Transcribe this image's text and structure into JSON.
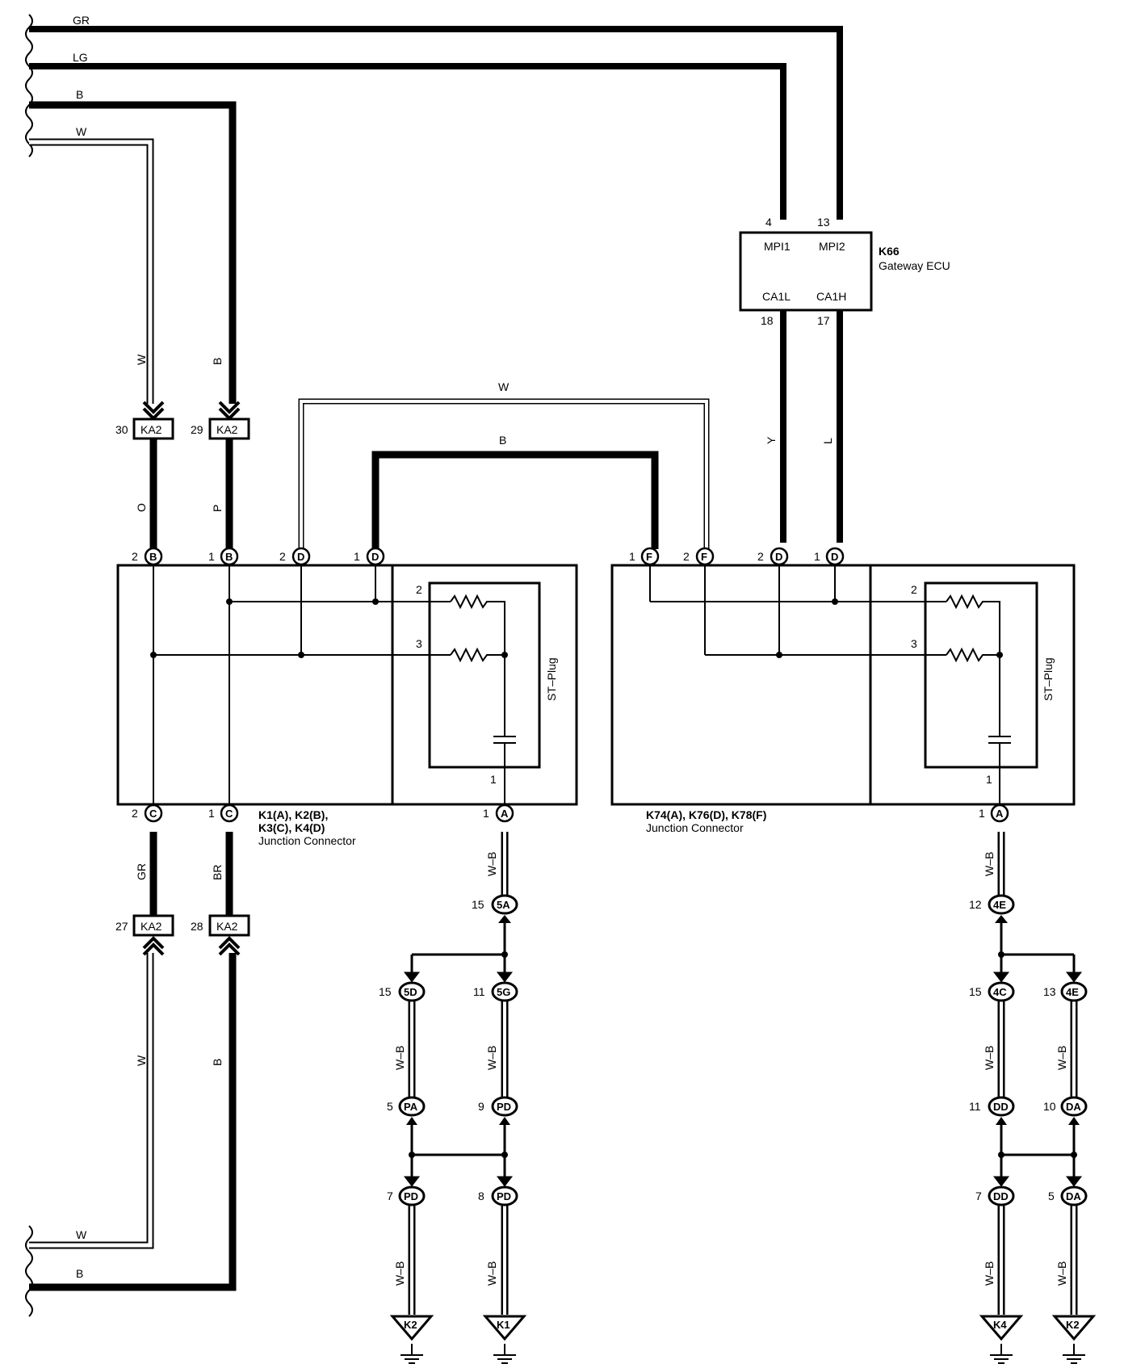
{
  "colors": {
    "ink": "#000000",
    "paper": "#ffffff"
  },
  "left_wires": {
    "gr": "GR",
    "lg": "LG",
    "b": "B",
    "w": "W",
    "w_bottom": "W",
    "b_bottom": "B"
  },
  "gateway": {
    "id": "K66",
    "name": "Gateway ECU",
    "pin_mpi1": "MPI1",
    "pin_mpi2": "MPI2",
    "pin_ca1l": "CA1L",
    "pin_ca1h": "CA1H",
    "num_mpi1": "4",
    "num_mpi2": "13",
    "num_ca1l": "18",
    "num_ca1h": "17",
    "wire_y": "Y",
    "wire_l": "L"
  },
  "connectors": {
    "ka2_30": {
      "num": "30",
      "label": "KA2"
    },
    "ka2_29": {
      "num": "29",
      "label": "KA2"
    },
    "ka2_27": {
      "num": "27",
      "label": "KA2"
    },
    "ka2_28": {
      "num": "28",
      "label": "KA2"
    }
  },
  "wire_colors": {
    "o": "O",
    "p": "P",
    "w_down": "W",
    "b_down": "B",
    "w_bridge": "W",
    "b_bridge": "B",
    "gr": "GR",
    "br": "BR",
    "w_up": "W",
    "b_up": "B"
  },
  "jc_left": {
    "line1": "K1(A), K2(B),",
    "line2": "K3(C), K4(D)",
    "name": "Junction Connector",
    "plug": "ST–Plug",
    "res2": "2",
    "res3": "3",
    "cap1": "1",
    "top_pins": [
      {
        "n": "2",
        "l": "B"
      },
      {
        "n": "1",
        "l": "B"
      },
      {
        "n": "2",
        "l": "D"
      },
      {
        "n": "1",
        "l": "D"
      }
    ],
    "bottom_pins": [
      {
        "n": "2",
        "l": "C"
      },
      {
        "n": "1",
        "l": "C"
      },
      {
        "n": "1",
        "l": "A"
      }
    ]
  },
  "jc_right": {
    "line1": "K74(A), K76(D), K78(F)",
    "name": "Junction Connector",
    "plug": "ST–Plug",
    "res2": "2",
    "res3": "3",
    "cap1": "1",
    "top_pins": [
      {
        "n": "1",
        "l": "F"
      },
      {
        "n": "2",
        "l": "F"
      },
      {
        "n": "2",
        "l": "D"
      },
      {
        "n": "1",
        "l": "D"
      }
    ],
    "bottom_pins": [
      {
        "n": "1",
        "l": "A"
      }
    ]
  },
  "ground_left": {
    "wire": "W–B",
    "c_5a": {
      "n": "15",
      "l": "5A"
    },
    "c_5d": {
      "n": "15",
      "l": "5D"
    },
    "c_5g": {
      "n": "11",
      "l": "5G"
    },
    "c_pa": {
      "n": "5",
      "l": "PA"
    },
    "c_pd9": {
      "n": "9",
      "l": "PD"
    },
    "c_pd7": {
      "n": "7",
      "l": "PD"
    },
    "c_pd8": {
      "n": "8",
      "l": "PD"
    },
    "g1": "K2",
    "g2": "K1"
  },
  "ground_right": {
    "wire": "W–B",
    "c_4e12": {
      "n": "12",
      "l": "4E"
    },
    "c_4c": {
      "n": "15",
      "l": "4C"
    },
    "c_4e13": {
      "n": "13",
      "l": "4E"
    },
    "c_dd11": {
      "n": "11",
      "l": "DD"
    },
    "c_da10": {
      "n": "10",
      "l": "DA"
    },
    "c_dd7": {
      "n": "7",
      "l": "DD"
    },
    "c_da5": {
      "n": "5",
      "l": "DA"
    },
    "g1": "K4",
    "g2": "K2"
  }
}
